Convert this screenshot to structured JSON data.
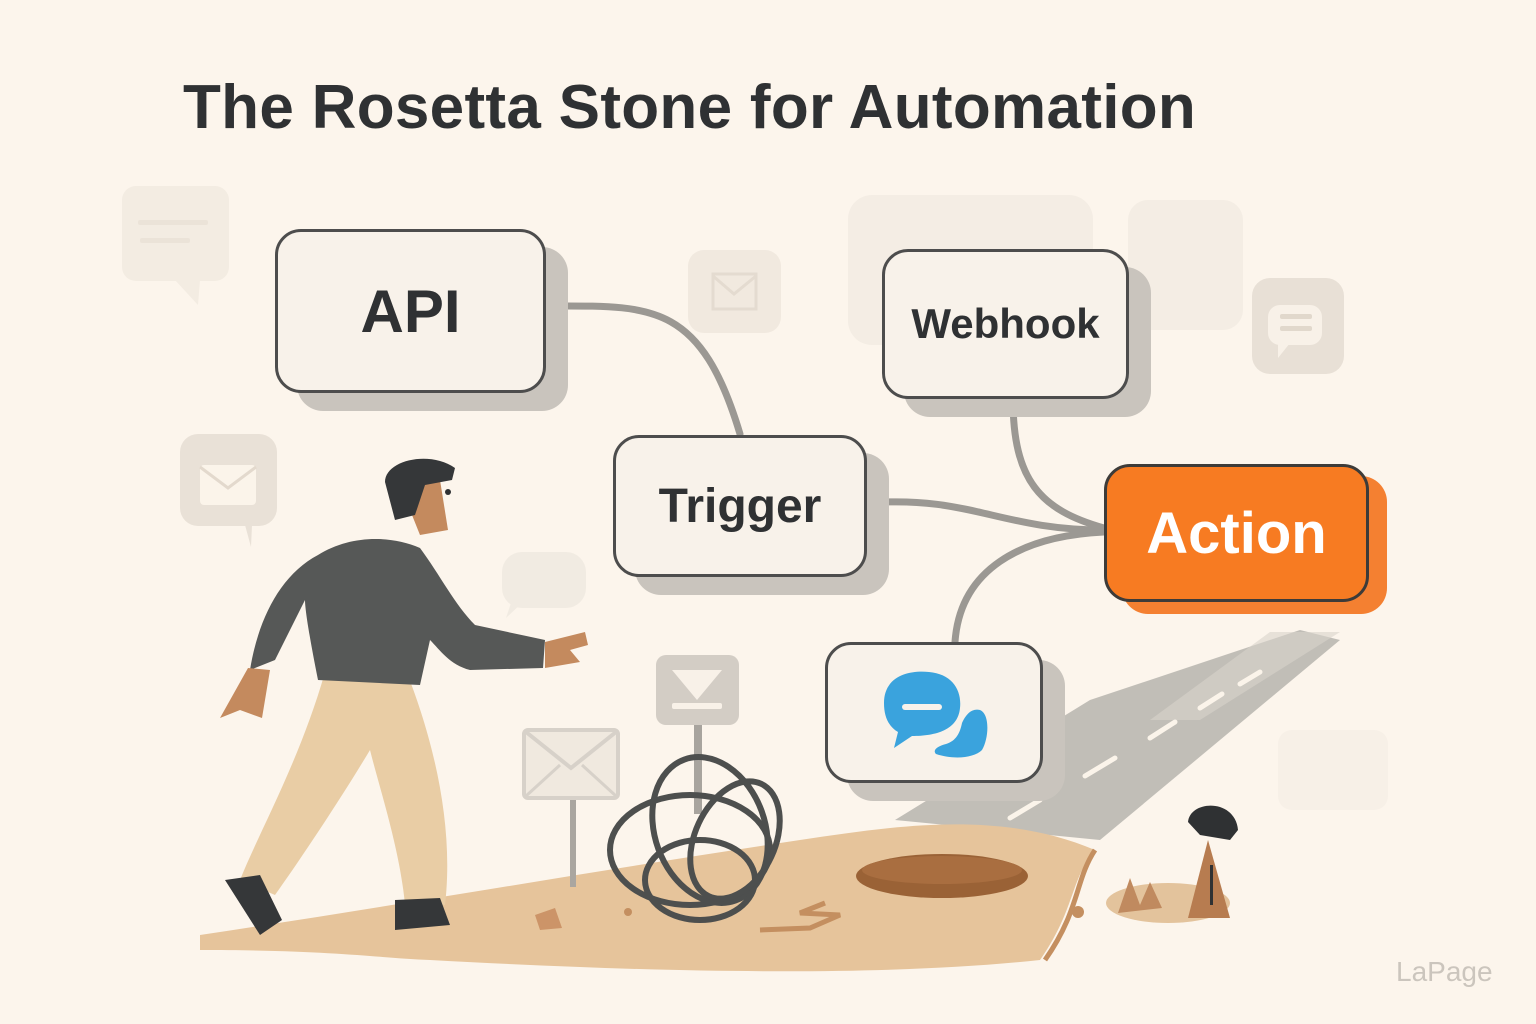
{
  "title": "The Rosetta Stone for Automation",
  "watermark": "LaPage",
  "nodes": {
    "api": {
      "label": "API"
    },
    "webhook": {
      "label": "Webhook"
    },
    "trigger": {
      "label": "Trigger"
    },
    "chat": {
      "icon": "chat-bubbles-icon"
    },
    "action": {
      "label": "Action"
    }
  },
  "connections": [
    {
      "from": "api",
      "to": "trigger"
    },
    {
      "from": "trigger",
      "to": "action"
    },
    {
      "from": "webhook",
      "to": "action"
    },
    {
      "from": "chat",
      "to": "action"
    }
  ],
  "background_icons": [
    "speech-bubble-icon",
    "mail-icon",
    "mail-icon",
    "chat-icon",
    "speech-bubble-icon",
    "mail-sign-icon",
    "download-sign-icon"
  ],
  "colors": {
    "background": "#fcf5ec",
    "text": "#2f3133",
    "accent": "#f77b22",
    "node_fill": "#f8f2ea",
    "node_border": "#4d4d4d",
    "connector": "#9b9893",
    "chat_icon": "#3aa3dd",
    "ground": "#e6c49b",
    "road": "#bdb9b3"
  }
}
